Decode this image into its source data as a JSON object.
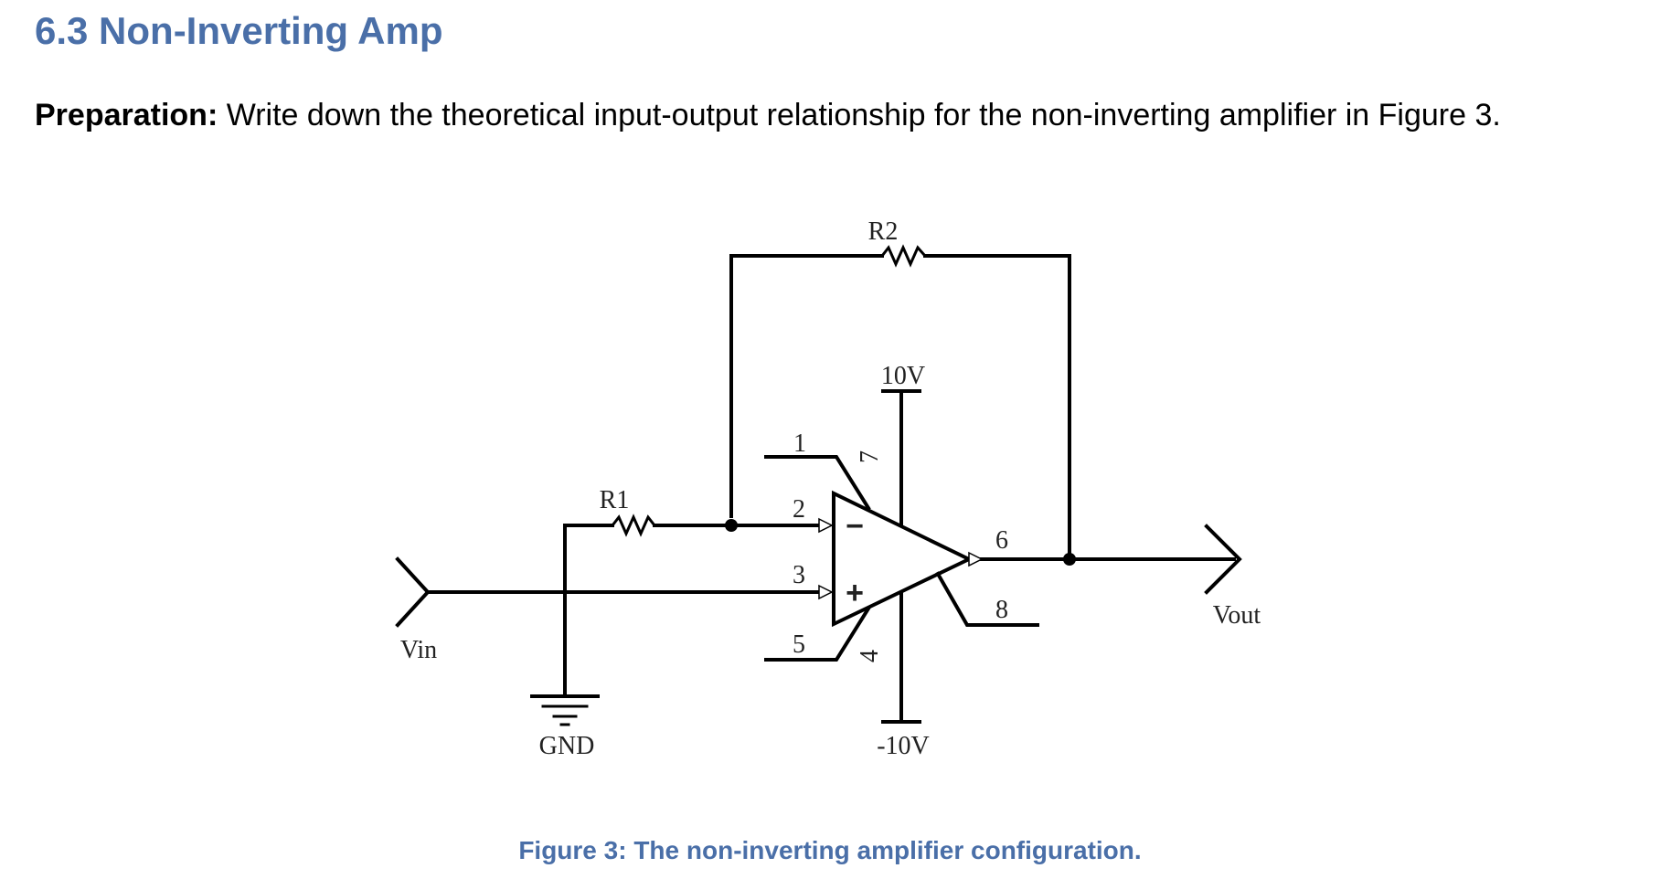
{
  "section": {
    "heading": "6.3 Non-Inverting Amp"
  },
  "preparation": {
    "label": "Preparation:",
    "text": " Write down the theoretical input-output relationship for the non-inverting amplifier in Figure 3."
  },
  "figure": {
    "caption": "Figure 3: The non-inverting amplifier configuration.",
    "labels": {
      "r1": "R1",
      "r2": "R2",
      "vin": "Vin",
      "vout": "Vout",
      "gnd": "GND",
      "vpos": "10V",
      "vneg": "-10V",
      "pin1": "1",
      "pin2": "2",
      "pin3": "3",
      "pin4": "4",
      "pin5": "5",
      "pin6": "6",
      "pin7": "7",
      "pin8": "8",
      "minus": "−",
      "plus": "+"
    }
  }
}
